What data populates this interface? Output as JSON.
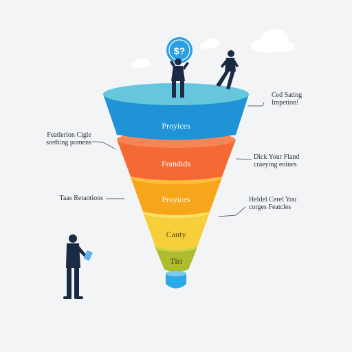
{
  "coin": {
    "label": "$?"
  },
  "funnel": {
    "stages": [
      {
        "label": "Proyices",
        "color": "#1f93d6"
      },
      {
        "label": "Frandids",
        "color": "#f46a34"
      },
      {
        "label": "Proyices",
        "color": "#f7a51b"
      },
      {
        "label": "Canty",
        "color": "#f6cf3a"
      },
      {
        "label": "Tlri",
        "color": "#aebc2f"
      }
    ],
    "spout_color": "#2aa9e6",
    "rim_color": "#66c6dd"
  },
  "annotations": {
    "right_1": {
      "line1": "Ced Sating",
      "line2": "Impetion!"
    },
    "left_1": {
      "line1": "Featlerion Cigle",
      "line2": "srething pomens"
    },
    "right_2": {
      "line1": "Dick Your Fland",
      "line2": "craeying enines"
    },
    "left_2": {
      "line1": "Taas Retantions"
    },
    "right_3": {
      "line1": "Heldel Cerel You",
      "line2": "corges Featcles"
    }
  },
  "colors": {
    "background": "#f3f4f6",
    "figure_navy": "#1b2a44",
    "leader_line": "#5b6270"
  }
}
